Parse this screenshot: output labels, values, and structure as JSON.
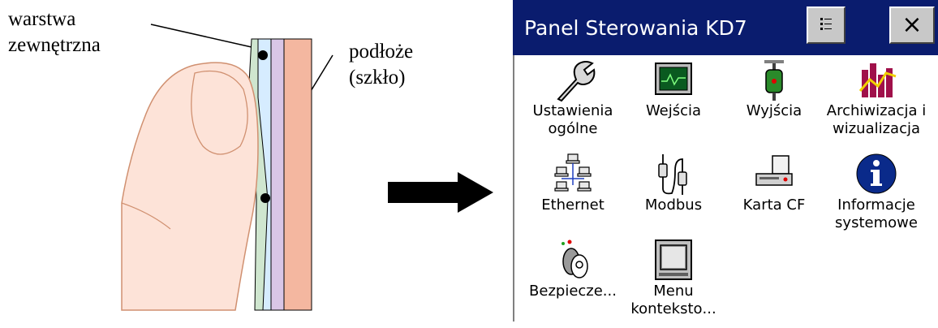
{
  "illustration": {
    "label_outer_layer": [
      "warstwa",
      "zewnętrzna"
    ],
    "label_substrate": [
      "podłoże",
      "(szkło)"
    ]
  },
  "window": {
    "title": "Panel Sterowania KD7",
    "menu_button_icon": "list-icon",
    "close_button_label": "×"
  },
  "items": [
    {
      "icon": "wrench-icon",
      "lines": [
        "Ustawienia",
        "ogólne"
      ]
    },
    {
      "icon": "monitor-icon",
      "lines": [
        "Wejścia"
      ]
    },
    {
      "icon": "output-plug-icon",
      "lines": [
        "Wyjścia"
      ]
    },
    {
      "icon": "chart-icon",
      "lines": [
        "Archiwizacja i",
        "wizualizacja"
      ]
    },
    {
      "icon": "network-icon",
      "lines": [
        "Ethernet"
      ]
    },
    {
      "icon": "connectors-icon",
      "lines": [
        "Modbus"
      ]
    },
    {
      "icon": "cf-card-icon",
      "lines": [
        "Karta CF"
      ]
    },
    {
      "icon": "info-icon",
      "lines": [
        "Informacje",
        "systemowe"
      ]
    },
    {
      "icon": "keys-icon",
      "lines": [
        "Bezpiecze..."
      ]
    },
    {
      "icon": "frame-icon",
      "lines": [
        "Menu",
        "kontekstо..."
      ]
    }
  ],
  "colors": {
    "titlebar": "#0a1c6e",
    "finger": "#fde3d8",
    "glass": "#f4b7a0",
    "layer_green": "#cfe6cf",
    "layer_blue": "#d6ecff",
    "layer_violet": "#d9c6e6"
  }
}
